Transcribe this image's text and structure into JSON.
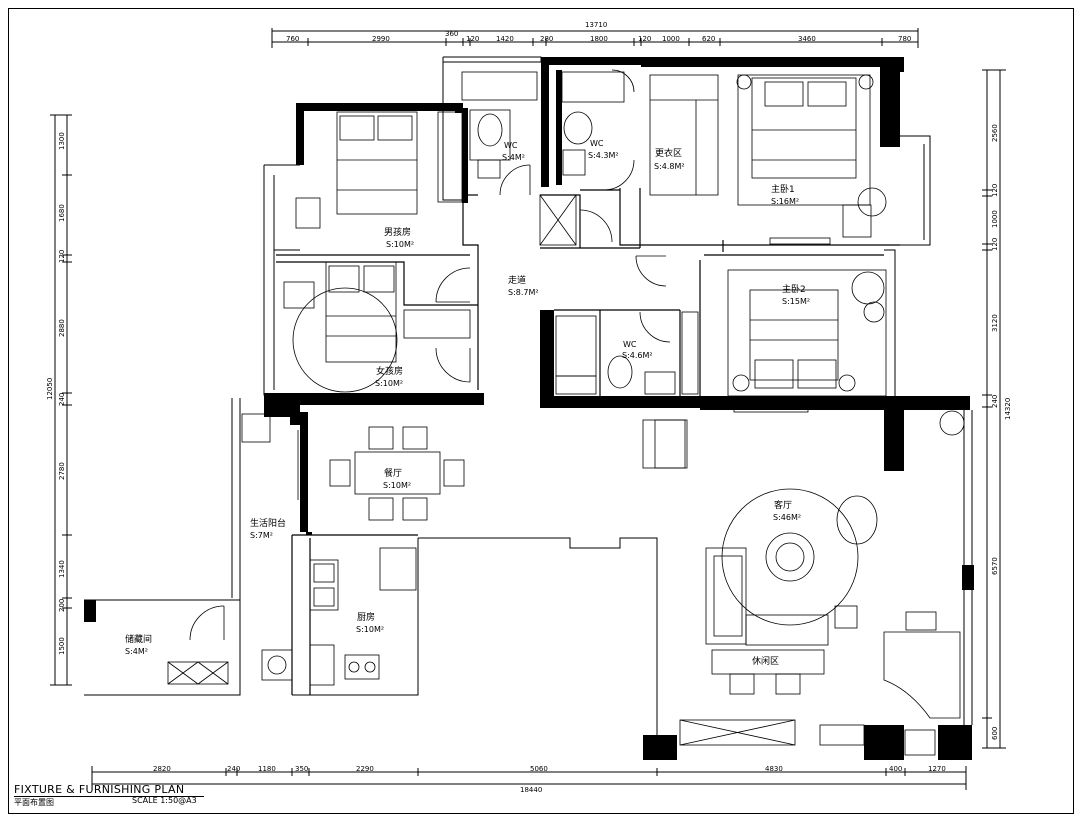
{
  "title": {
    "main": "FIXTURE & FURNISHING PLAN",
    "sub": "平面布置图",
    "scale": "SCALE  1:50@A3"
  },
  "rooms": {
    "boys_room": {
      "name": "男孩房",
      "area": "S:10M²"
    },
    "girls_room": {
      "name": "女孩房",
      "area": "S:10M²"
    },
    "wc1": {
      "name": "WC",
      "area": "S:4M²"
    },
    "wc2": {
      "name": "WC",
      "area": "S:4.3M²"
    },
    "dressing": {
      "name": "更衣区",
      "area": "S:4.8M²"
    },
    "master1": {
      "name": "主卧1",
      "area": "S:16M²"
    },
    "corridor": {
      "name": "走道",
      "area": "S:8.7M²"
    },
    "master2": {
      "name": "主卧2",
      "area": "S:15M²"
    },
    "wc3": {
      "name": "WC",
      "area": "S:4.6M²"
    },
    "dining": {
      "name": "餐厅",
      "area": "S:10M²"
    },
    "balcony": {
      "name": "生活阳台",
      "area": "S:7M²"
    },
    "storage": {
      "name": "储藏间",
      "area": "S:4M²"
    },
    "kitchen": {
      "name": "厨房",
      "area": "S:10M²"
    },
    "living": {
      "name": "客厅",
      "area": "S:46M²"
    },
    "leisure": {
      "name": "休闲区"
    }
  },
  "dimensions": {
    "top_total": "13710",
    "top": [
      "760",
      "2990",
      "360",
      "120",
      "1420",
      "280",
      "1800",
      "120",
      "1000",
      "620",
      "3460",
      "780"
    ],
    "bottom_total": "18440",
    "bottom": [
      "2820",
      "240",
      "1180",
      "350",
      "2290",
      "5060",
      "4830",
      "400",
      "1270"
    ],
    "left_total": "12050",
    "left": [
      "1300",
      "1680",
      "120",
      "2880",
      "240",
      "2780",
      "1340",
      "200",
      "1500"
    ],
    "right_total": "14320",
    "right": [
      "2560",
      "120",
      "1000",
      "120",
      "3120",
      "240",
      "6570",
      "600"
    ]
  },
  "colors": {
    "wall": "#000000",
    "line": "#000000",
    "background": "#ffffff"
  }
}
